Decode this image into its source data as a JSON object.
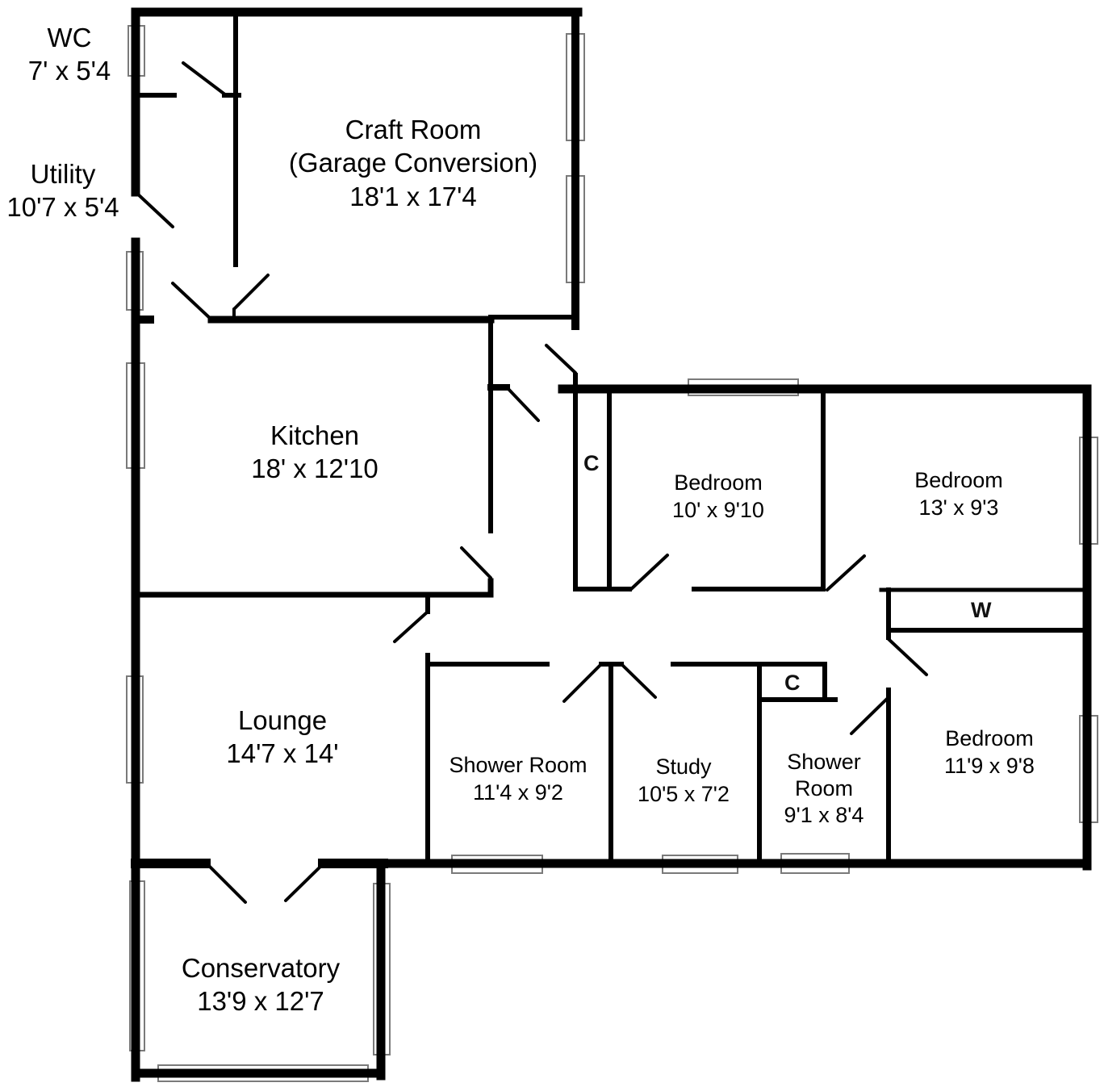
{
  "colors": {
    "wall": "#000000",
    "window": "#7a7a7a",
    "background": "#ffffff"
  },
  "rooms": {
    "wc": {
      "name": "WC",
      "dimensions": "7' x 5'4"
    },
    "utility": {
      "name": "Utility",
      "dimensions": "10'7 x 5'4"
    },
    "craft_room": {
      "name": "Craft Room",
      "subtitle": "(Garage Conversion)",
      "dimensions": "18'1 x 17'4"
    },
    "kitchen": {
      "name": "Kitchen",
      "dimensions": "18' x 12'10"
    },
    "bedroom_1": {
      "name": "Bedroom",
      "dimensions": "10' x 9'10"
    },
    "bedroom_2": {
      "name": "Bedroom",
      "dimensions": "13' x 9'3"
    },
    "lounge": {
      "name": "Lounge",
      "dimensions": "14'7 x 14'"
    },
    "shower_room_1": {
      "name": "Shower Room",
      "dimensions": "11'4 x 9'2"
    },
    "study": {
      "name": "Study",
      "dimensions": "10'5 x 7'2"
    },
    "shower_room_2": {
      "name_line1": "Shower",
      "name_line2": "Room",
      "dimensions": "9'1 x 8'4"
    },
    "bedroom_3": {
      "name": "Bedroom",
      "dimensions": "11'9 x 9'8"
    },
    "conservatory": {
      "name": "Conservatory",
      "dimensions": "13'9 x 12'7"
    }
  },
  "markers": {
    "cupboard_hall": "C",
    "wardrobe": "W",
    "cupboard_shower": "C"
  }
}
